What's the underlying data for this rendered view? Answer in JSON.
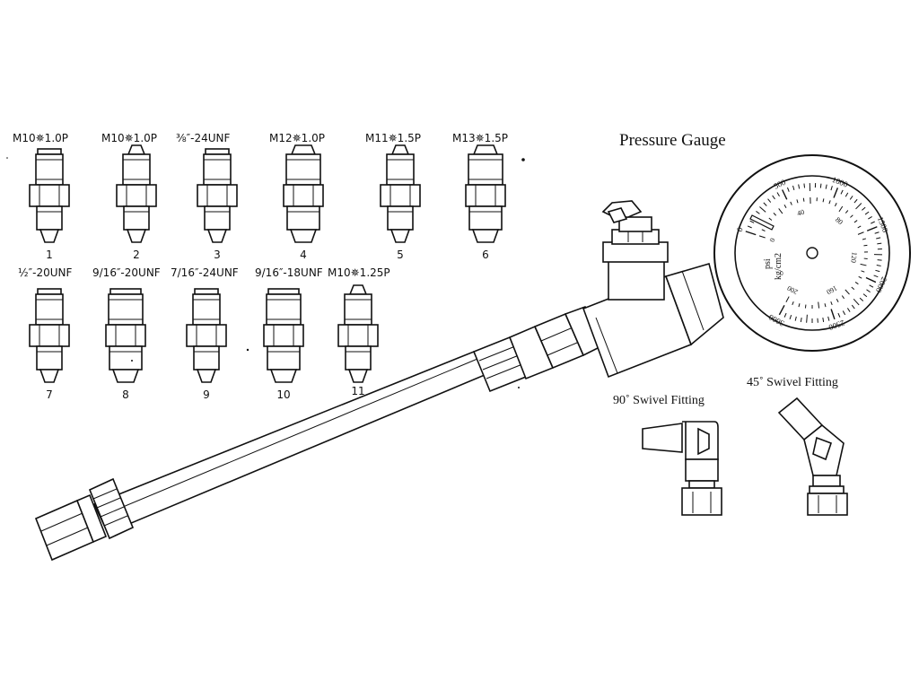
{
  "title": "Pressure Gauge",
  "adapters": [
    {
      "label": "M10✵1.0P",
      "number": "1"
    },
    {
      "label": "M10✵1.0P",
      "number": "2"
    },
    {
      "label": "⅜″-24UNF",
      "number": "3"
    },
    {
      "label": "M12✵1.0P",
      "number": "4"
    },
    {
      "label": "M11✵1.5P",
      "number": "5"
    },
    {
      "label": "M13✵1.5P",
      "number": "6"
    },
    {
      "label": "½″-20UNF",
      "number": "7"
    },
    {
      "label": "9/16″-20UNF",
      "number": "8"
    },
    {
      "label": "7/16″-24UNF",
      "number": "9"
    },
    {
      "label": "9/16″-18UNF",
      "number": "10"
    },
    {
      "label": "M10✵1.25P",
      "number": "11"
    }
  ],
  "gauge": {
    "psi_labels": [
      "0",
      "500",
      "1000",
      "1500",
      "2000",
      "2500",
      "3000"
    ],
    "kg_labels": [
      "0",
      "40",
      "80",
      "120",
      "160",
      "200"
    ],
    "unit_psi": "psi",
    "unit_kg": "kg/cm2"
  },
  "fittings": {
    "ninety": "90˚ Swivel Fitting",
    "fortyfive": "45˚ Swivel Fitting"
  }
}
